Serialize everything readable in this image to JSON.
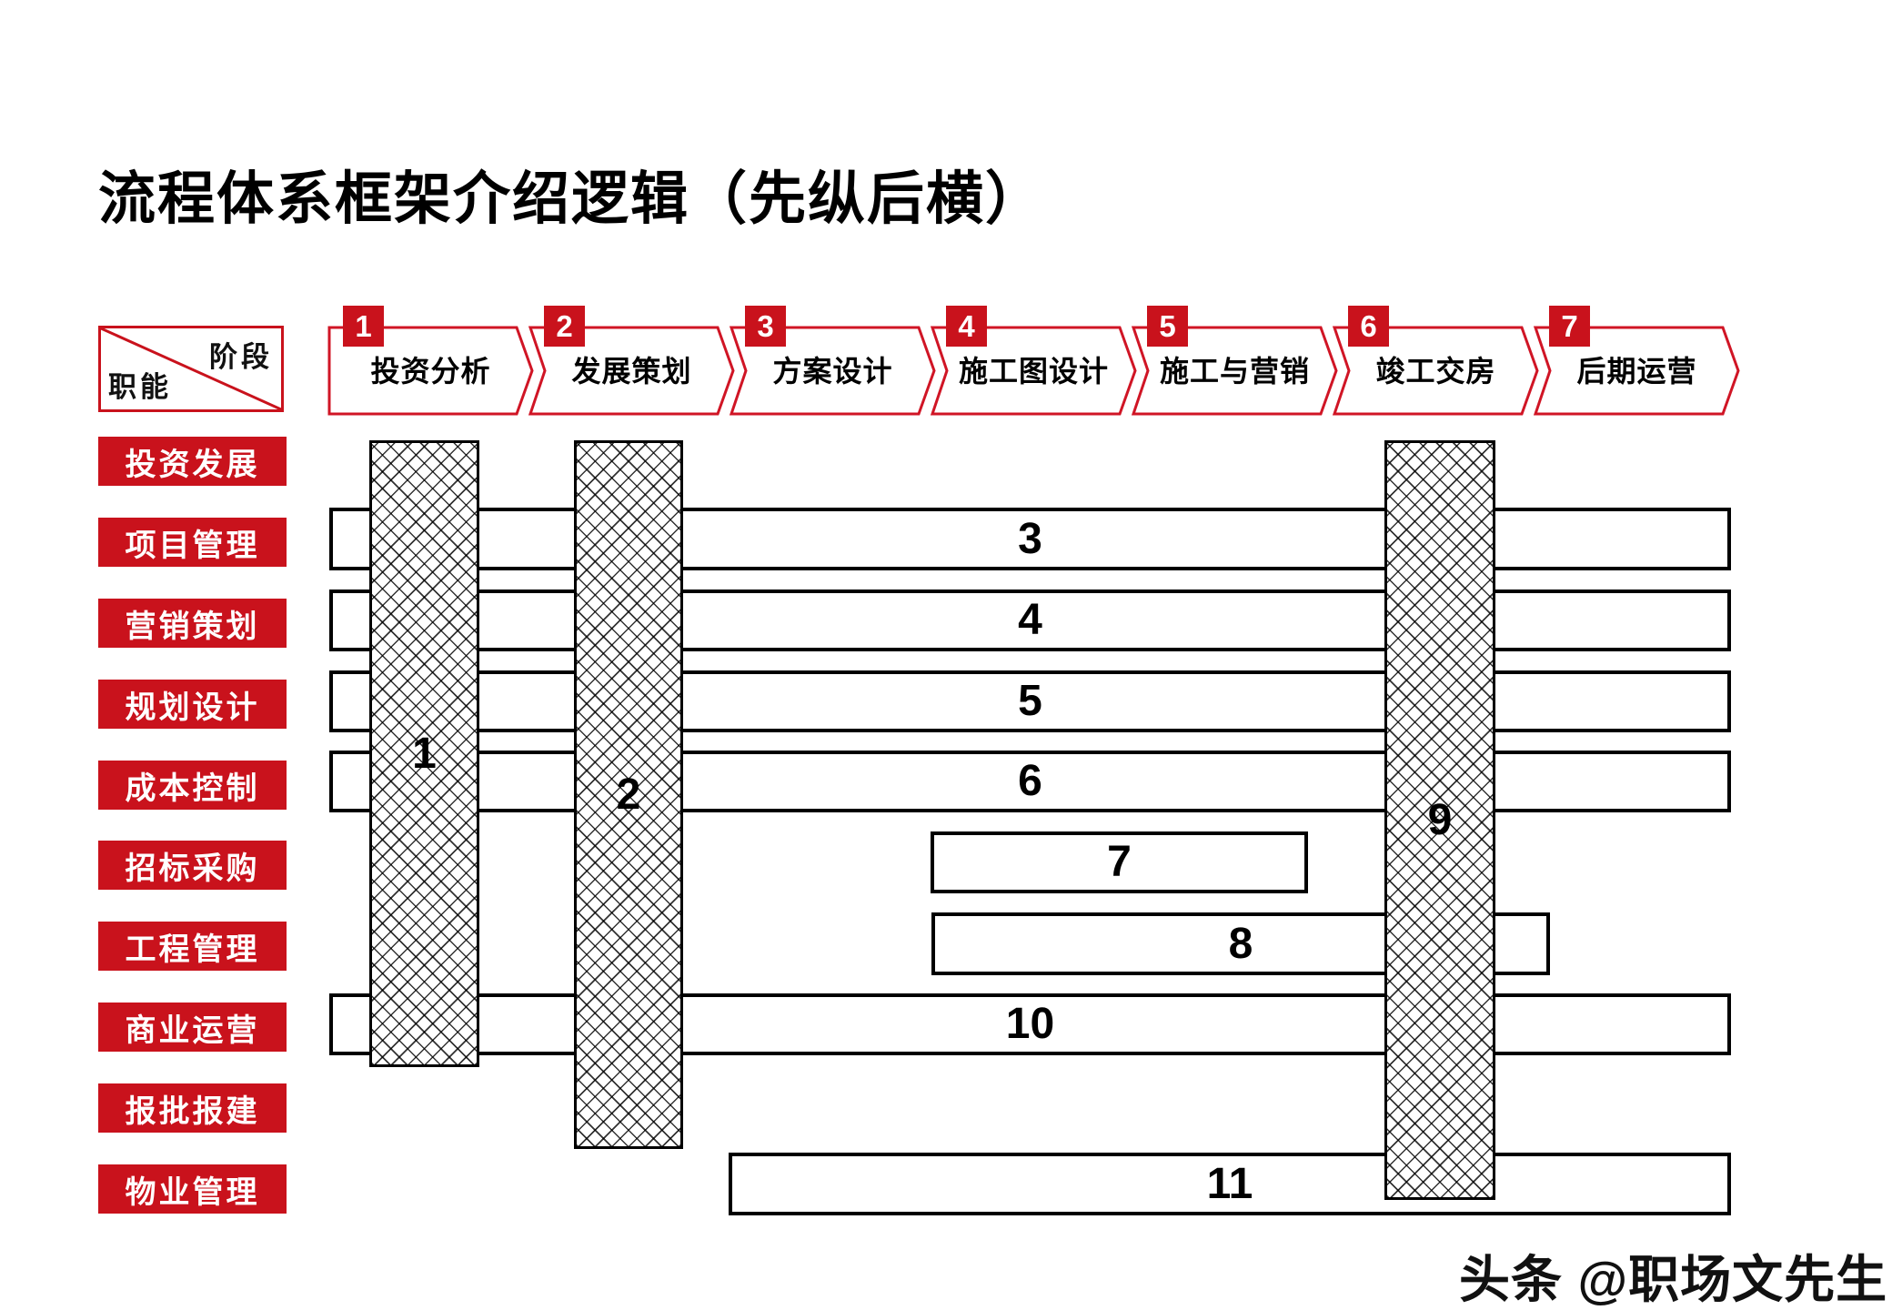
{
  "slide": {
    "title": "流程体系框架介绍逻辑（先纵后横）"
  },
  "matrix": {
    "corner": {
      "phase": "阶段",
      "function": "职能"
    },
    "phases": [
      {
        "num": "1",
        "label": "投资分析"
      },
      {
        "num": "2",
        "label": "发展策划"
      },
      {
        "num": "3",
        "label": "方案设计"
      },
      {
        "num": "4",
        "label": "施工图设计"
      },
      {
        "num": "5",
        "label": "施工与营销"
      },
      {
        "num": "6",
        "label": "竣工交房"
      },
      {
        "num": "7",
        "label": "后期运营"
      }
    ],
    "functions": [
      "投资发展",
      "项目管理",
      "营销策划",
      "规划设计",
      "成本控制",
      "招标采购",
      "工程管理",
      "商业运营",
      "报批报建",
      "物业管理"
    ],
    "vertical_bars": [
      {
        "num": "1"
      },
      {
        "num": "2"
      },
      {
        "num": "9"
      }
    ],
    "horizontal_bars": [
      {
        "num": "3"
      },
      {
        "num": "4"
      },
      {
        "num": "5"
      },
      {
        "num": "6"
      },
      {
        "num": "7"
      },
      {
        "num": "8"
      },
      {
        "num": "10"
      },
      {
        "num": "11"
      }
    ]
  },
  "watermark": "头条 @职场文先生",
  "colors": {
    "red": "#c9121c",
    "arrow_border": "#d01525",
    "bar_border": "#000000"
  }
}
